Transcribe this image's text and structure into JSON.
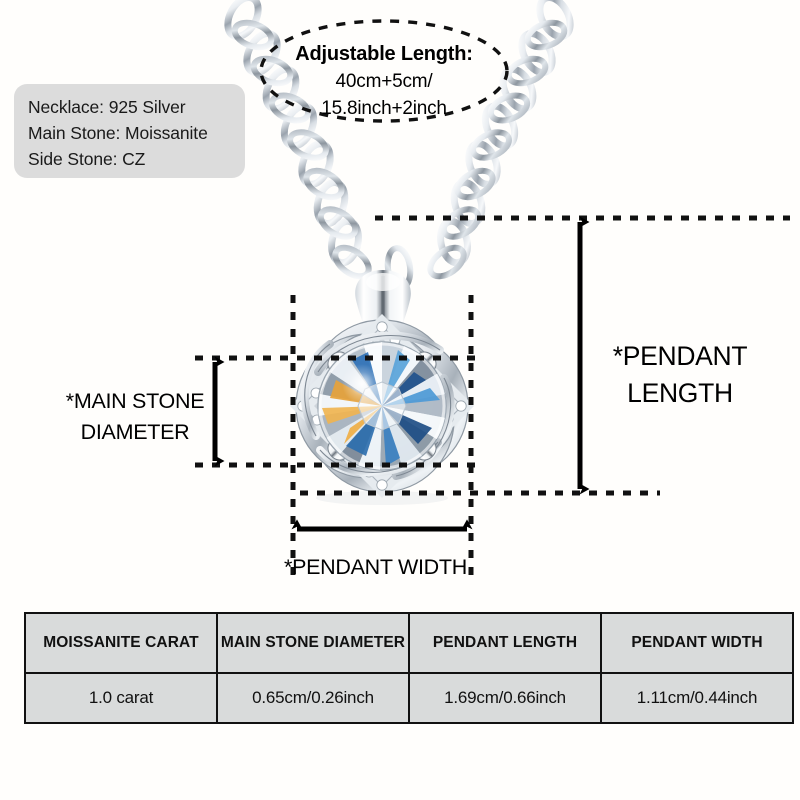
{
  "background_color": "#fffefc",
  "product": {
    "type": "moissanite-pendant-necklace",
    "chain_style": "oval-cable-chain",
    "pendant_style": "round-brilliant-in-swirl-clover-setting",
    "metal_color": "#c9ced4"
  },
  "info_box": {
    "background_color": "#dcdcdc",
    "lines": [
      "Necklace: 925 Silver",
      "Main Stone: Moissanite",
      "Side Stone: CZ"
    ]
  },
  "adjustable_callout": {
    "title": "Adjustable Length:",
    "line2": "40cm+5cm/",
    "line3": "15.8inch+2inch",
    "shape": "dashed-ellipse"
  },
  "measurements": {
    "pendant_length_label": "*PENDANT",
    "pendant_length_label_2": "LENGTH",
    "main_stone_label": "*MAIN STONE",
    "main_stone_label_2": "DIAMETER",
    "pendant_width_label": "*PENDANT WIDTH"
  },
  "spec_table": {
    "headers": [
      "MOISSANITE CARAT",
      "MAIN STONE DIAMETER",
      "PENDANT LENGTH",
      "PENDANT WIDTH"
    ],
    "values": [
      "1.0 carat",
      "0.65cm/0.26inch",
      "1.69cm/0.66inch",
      "1.11cm/0.44inch"
    ],
    "cell_background": "#d9dbdb",
    "border_color": "#111111"
  }
}
